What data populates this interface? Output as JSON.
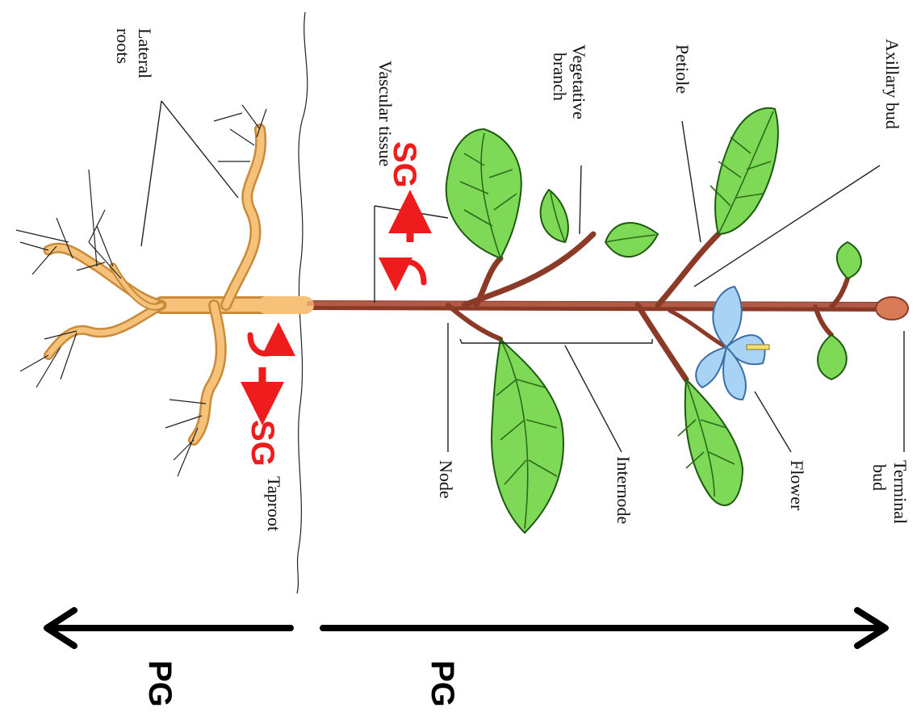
{
  "labels": {
    "lateral_roots_1": "Lateral",
    "lateral_roots_2": "roots",
    "vascular_tissue": "Vascular tissue",
    "vegetative_branch_1": "Vegetative",
    "vegetative_branch_2": "branch",
    "petiole": "Petiole",
    "axillary_bud": "Axillary bud",
    "terminal_bud_1": "Terminal",
    "terminal_bud_2": "bud",
    "flower": "Flower",
    "internode": "Internode",
    "node": "Node",
    "taproot": "Taproot"
  },
  "annotations": {
    "sg_shoot": "SG",
    "sg_root": "SG",
    "pg_root": "PG",
    "pg_shoot": "PG"
  },
  "colors": {
    "leaf": "#7ed957",
    "stem": "#8a3a26",
    "root": "#f6c27a",
    "flower": "#a9d3f5",
    "annotation_red": "#ee1c1c",
    "arrow_black": "#000000"
  }
}
